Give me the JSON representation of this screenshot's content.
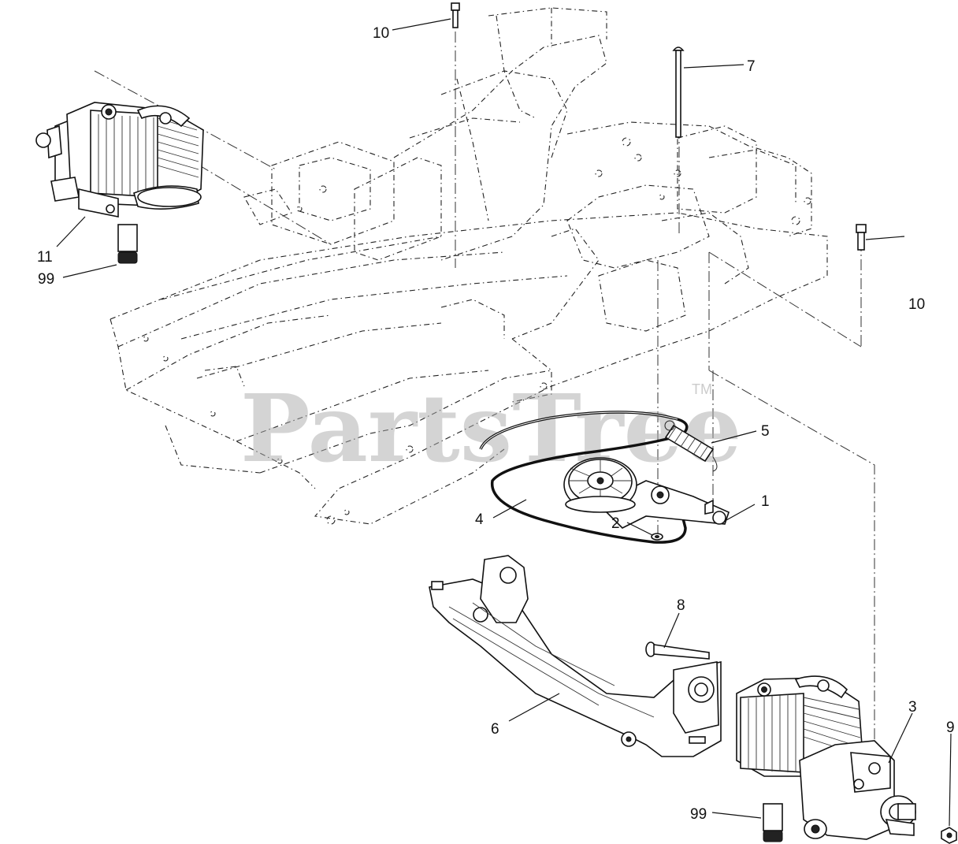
{
  "watermark": {
    "brand": "PartsTree",
    "trademark": "TM"
  },
  "callouts": {
    "bolt_top_left": "10",
    "bolt_top_center": "7",
    "bolt_right": "10",
    "transaxle_left": "11",
    "filter_left": "99",
    "spring": "5",
    "idler_arm": "1",
    "belt": "4",
    "idler_washer": "2",
    "mount_bolt": "8",
    "mount_bracket": "6",
    "transaxle_right": "3",
    "nut": "9",
    "filter_right": "99"
  }
}
